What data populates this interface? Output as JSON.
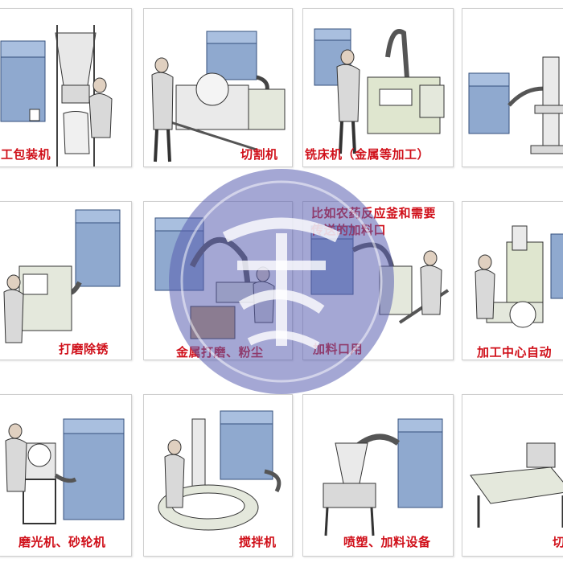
{
  "panels": [
    {
      "caption": "工包装机"
    },
    {
      "caption": "切割机"
    },
    {
      "caption": "铣床机（金属等加工）"
    },
    {
      "caption": ""
    },
    {
      "caption": "打磨除锈"
    },
    {
      "caption": "金属打磨、粉尘"
    },
    {
      "caption": "比如农药反应釜和需要传送的加料口",
      "caption2": "加料口用"
    },
    {
      "caption": "加工中心自动"
    },
    {
      "caption": "磨光机、砂轮机"
    },
    {
      "caption": "搅拌机"
    },
    {
      "caption": "喷塑、加料设备"
    },
    {
      "caption": "切"
    }
  ],
  "colors": {
    "caption": "#d0101a",
    "collector": "#8fa9cf",
    "collector_dark": "#5e7fb0",
    "machine": "#e4e8dc",
    "worker": "#d9d9d9",
    "watermark": "#5a5fb0"
  }
}
